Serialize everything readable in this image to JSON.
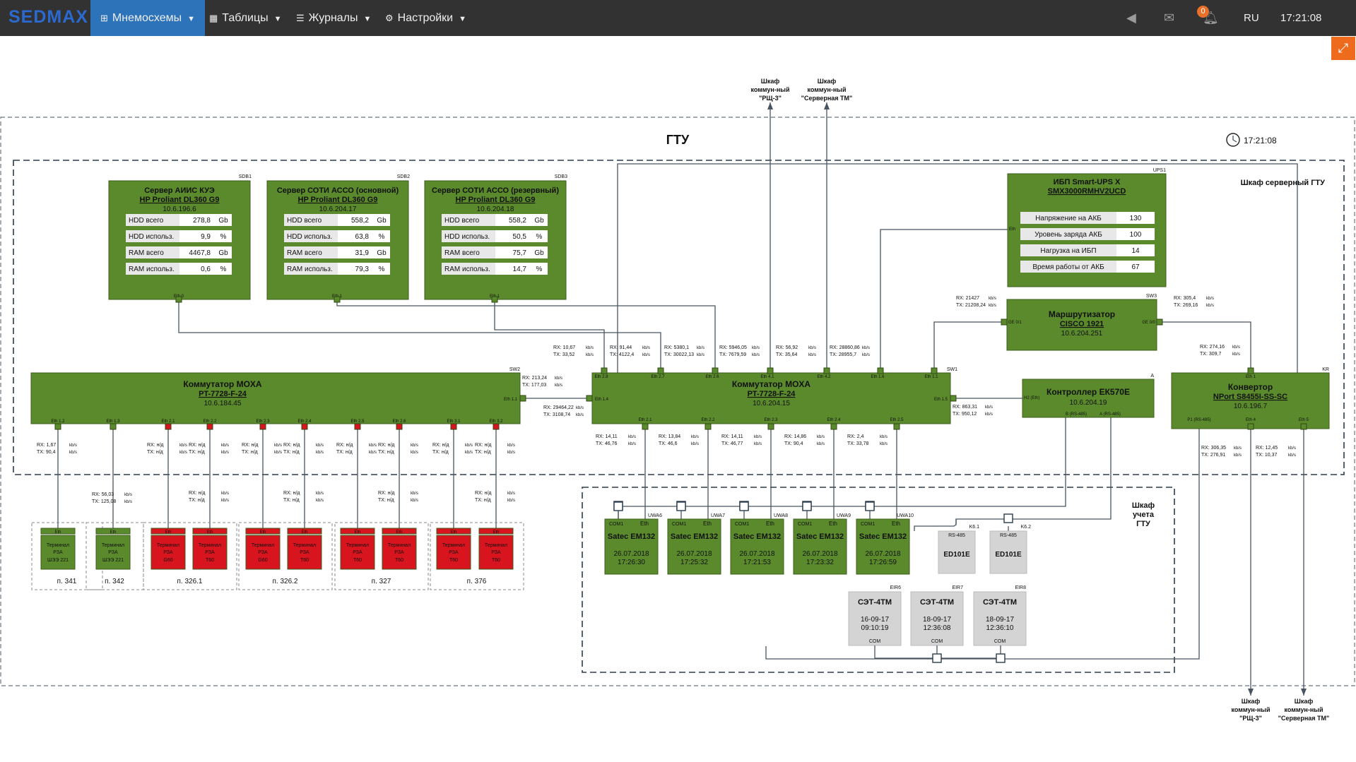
{
  "app": {
    "logo": "SEDMAX",
    "menu": [
      {
        "label": "Мнемосхемы",
        "icon": "sitemap-icon"
      },
      {
        "label": "Таблицы",
        "icon": "table-icon"
      },
      {
        "label": "Журналы",
        "icon": "list-icon"
      },
      {
        "label": "Настройки",
        "icon": "gears-icon"
      }
    ],
    "notif_count": "0",
    "lang": "RU",
    "time": "17:21:08"
  },
  "scheme": {
    "title": "ГТУ",
    "time": "17:21:08",
    "cab_server": "Шкаф серверный ГТУ",
    "cab_acct": [
      "Шкаф",
      "учета",
      "ГТУ"
    ],
    "ext_top1": [
      "Шкаф",
      "коммун-ный",
      "\"РЩ-3\""
    ],
    "ext_top2": [
      "Шкаф",
      "коммун-ный",
      "\"Серверная ТМ\""
    ],
    "ext_bot1": [
      "Шкаф",
      "коммун-ный",
      "\"РЩ-3\""
    ],
    "ext_bot2": [
      "Шкаф",
      "коммун-ный",
      "\"Серверная ТМ\""
    ],
    "servers": [
      {
        "tag": "SDB1",
        "name": "Сервер АИИС КУЭ",
        "model": "HP Proliant DL360 G9",
        "ip": "10.6.196.6",
        "rows": [
          [
            "HDD всего",
            "278,8",
            "Gb"
          ],
          [
            "HDD использ.",
            "9,9",
            "%"
          ],
          [
            "RAM всего",
            "4467,8",
            "Gb"
          ],
          [
            "RAM использ.",
            "0,6",
            "%"
          ]
        ],
        "port": "Eth 0"
      },
      {
        "tag": "SDB2",
        "name": "Сервер СОТИ АССО (основной)",
        "model": "HP Proliant DL360 G9",
        "ip": "10.6.204.17",
        "rows": [
          [
            "HDD всего",
            "558,2",
            "Gb"
          ],
          [
            "HDD использ.",
            "63,8",
            "%"
          ],
          [
            "RAM всего",
            "31,9",
            "Gb"
          ],
          [
            "RAM использ.",
            "79,3",
            "%"
          ]
        ],
        "port": "Eth 1"
      },
      {
        "tag": "SDB3",
        "name": "Сервер СОТИ АССО (резервный)",
        "model": "HP Proliant DL360 G9",
        "ip": "10.6.204.18",
        "rows": [
          [
            "HDD всего",
            "558,2",
            "Gb"
          ],
          [
            "HDD использ.",
            "50,5",
            "%"
          ],
          [
            "RAM всего",
            "75,7",
            "Gb"
          ],
          [
            "RAM использ.",
            "14,7",
            "%"
          ]
        ],
        "port": "Eth 1"
      }
    ],
    "ups": {
      "tag": "UPS1",
      "name": "ИБП Smart-UPS X",
      "model": "SMX3000RMHV2UCD",
      "port": "Eth",
      "rows": [
        [
          "Напряжение на АКБ",
          "130"
        ],
        [
          "Уровень заряда АКБ",
          "100"
        ],
        [
          "Нагрузка на ИБП",
          "14"
        ],
        [
          "Время работы от АКБ",
          "67"
        ]
      ]
    },
    "router": {
      "tag": "SW3",
      "name": "Маршрутизатор",
      "model": "CISCO 1921",
      "ip": "10.6.204.251",
      "p1": "GE 0/1",
      "p2": "GE 0/0",
      "rx1": "21427",
      "tx1": "21208,24",
      "rx2": "305,4",
      "tx2": "269,16"
    },
    "sw2": {
      "tag": "SW2",
      "name": "Коммутатор MOXA",
      "model": "PT-7728-F-24",
      "ip": "10.6.184.45",
      "port_right": "Eth 1.1"
    },
    "sw1": {
      "tag": "SW1",
      "name": "Коммутатор MOXA",
      "model": "PT-7728-F-24",
      "ip": "10.6.204.15",
      "port_left": "Eth 1.4",
      "port_right": "Eth 1.5"
    },
    "ctrl": {
      "tag": "A",
      "name": "Контроллер ЕК570Е",
      "ip": "10.6.204.19",
      "p_left": "H2 (Eth)",
      "p_b1": "B (RS-485)",
      "p_b2": "A (RS-485)",
      "rx": "863,31",
      "tx": "950,12"
    },
    "conv": {
      "tag": "KR",
      "name": "Конвертор",
      "model": "NPort S8455I-SS-SC",
      "ip": "10.6.196.7",
      "p_top": "Eth 1",
      "p1": "P1 (RS-485)",
      "p2": "Eth 4",
      "p3": "Eth 5",
      "rx_top": "274,16",
      "tx_top": "309,7"
    },
    "link_sw2_sw1": {
      "rx": "213,24",
      "tx": "177,03",
      "rx2": "29464,22",
      "tx2": "3108,74"
    },
    "sw1_top": [
      {
        "port": "Eth 2.8",
        "rx": "10,67",
        "tx": "33,52"
      },
      {
        "port": "Eth 2.7",
        "rx": "91,44",
        "tx": "4122,4"
      },
      {
        "port": "Eth 2.6",
        "rx": "5380,1",
        "tx": "30022,13"
      },
      {
        "port": "Eth 4.1",
        "rx": "5946,05",
        "tx": "7679,59"
      },
      {
        "port": "Eth 4.2",
        "rx": "56,92",
        "tx": "35,64"
      },
      {
        "port": "Eth 1.6",
        "rx": "28860,86",
        "tx": "28955,7"
      },
      {
        "port": "Eth 1.1",
        "rx": "",
        "tx": ""
      }
    ],
    "sw1_bot": [
      {
        "port": "Eth 2.1",
        "rx": "14,11",
        "tx": "46,76"
      },
      {
        "port": "Eth 2.2",
        "rx": "13,84",
        "tx": "46,6"
      },
      {
        "port": "Eth 2.3",
        "rx": "14,11",
        "tx": "46,77"
      },
      {
        "port": "Eth 2.4",
        "rx": "14,86",
        "tx": "90,4"
      },
      {
        "port": "Eth 2.5",
        "rx": "2,4",
        "tx": "33,78"
      }
    ],
    "sw2_ports": [
      {
        "port": "Eth 1.2",
        "rx": "1,67",
        "tx": "90,4",
        "ok": true
      },
      {
        "port": "Eth 1.3",
        "rx": "56,03",
        "tx": "125,08",
        "ok": true
      },
      {
        "port": "Eth 2.1",
        "rx": "н/д",
        "tx": "н/д",
        "ok": false
      },
      {
        "port": "Eth 2.2",
        "rx": "н/д",
        "tx": "н/д",
        "ok": false
      },
      {
        "port": "Eth 2.3",
        "rx": "н/д",
        "tx": "н/д",
        "ok": false
      },
      {
        "port": "Eth 2.4",
        "rx": "н/д",
        "tx": "н/д",
        "ok": false
      },
      {
        "port": "Eth 2.5",
        "rx": "н/д",
        "tx": "н/д",
        "ok": false
      },
      {
        "port": "Eth 2.6",
        "rx": "н/д",
        "tx": "н/д",
        "ok": false
      },
      {
        "port": "Eth 3.1",
        "rx": "н/д",
        "tx": "н/д",
        "ok": false
      },
      {
        "port": "Eth 3.2",
        "rx": "н/д",
        "tx": "н/д",
        "ok": false
      }
    ],
    "kbs": "kb/s",
    "rx_lbl": "RX:",
    "tx_lbl": "TX:",
    "terminals": [
      {
        "eth": "Eth",
        "l1": "Терминал",
        "l2": "РЗА",
        "l3": "ШЭЭ 221",
        "ok": true
      },
      {
        "eth": "Eth",
        "l1": "Терминал",
        "l2": "РЗА",
        "l3": "ШЭЭ 221",
        "ok": true
      },
      {
        "eth": "Eth",
        "l1": "Терминал",
        "l2": "РЗА",
        "l3": "G60",
        "ok": false
      },
      {
        "eth": "Eth",
        "l1": "Терминал",
        "l2": "РЗА",
        "l3": "T60",
        "ok": false
      },
      {
        "eth": "Eth",
        "l1": "Терминал",
        "l2": "РЗА",
        "l3": "G60",
        "ok": false
      },
      {
        "eth": "Eth",
        "l1": "Терминал",
        "l2": "РЗА",
        "l3": "T60",
        "ok": false
      },
      {
        "eth": "Eth",
        "l1": "Терминал",
        "l2": "РЗА",
        "l3": "T60",
        "ok": false
      },
      {
        "eth": "Eth",
        "l1": "Терминал",
        "l2": "РЗА",
        "l3": "T60",
        "ok": false
      },
      {
        "eth": "Eth",
        "l1": "Терминал",
        "l2": "РЗА",
        "l3": "T60",
        "ok": false
      },
      {
        "eth": "Eth",
        "l1": "Терминал",
        "l2": "РЗА",
        "l3": "T60",
        "ok": false
      }
    ],
    "groups": [
      "п. 341",
      "п. 342",
      "п. 326.1",
      "п. 326.2",
      "п. 327",
      "п. 376"
    ],
    "meters": [
      {
        "tag": "UWA6",
        "name": "Satec EM132",
        "date": "26.07.2018",
        "time": "17:26:30"
      },
      {
        "tag": "UWA7",
        "name": "Satec EM132",
        "date": "26.07.2018",
        "time": "17:25:32"
      },
      {
        "tag": "UWA8",
        "name": "Satec EM132",
        "date": "26.07.2018",
        "time": "17:21:53"
      },
      {
        "tag": "UWA9",
        "name": "Satec EM132",
        "date": "26.07.2018",
        "time": "17:23:32"
      },
      {
        "tag": "UWA10",
        "name": "Satec EM132",
        "date": "26.07.2018",
        "time": "17:26:59"
      }
    ],
    "meter_ports": [
      "COM1",
      "Eth"
    ],
    "ed": [
      {
        "tag": "K6.1",
        "port": "RS-485",
        "name": "ED101E"
      },
      {
        "tag": "K6.2",
        "port": "RS-485",
        "name": "ED101E"
      }
    ],
    "set": [
      {
        "tag": "EIR6",
        "name": "СЭТ-4ТМ",
        "date": "16-09-17",
        "time": "09:10:19",
        "port": "COM"
      },
      {
        "tag": "EIR7",
        "name": "СЭТ-4ТМ",
        "date": "18-09-17",
        "time": "12:36:08",
        "port": "COM"
      },
      {
        "tag": "EIR8",
        "name": "СЭТ-4ТМ",
        "date": "18-09-17",
        "time": "12:36:10",
        "port": "COM"
      }
    ]
  }
}
